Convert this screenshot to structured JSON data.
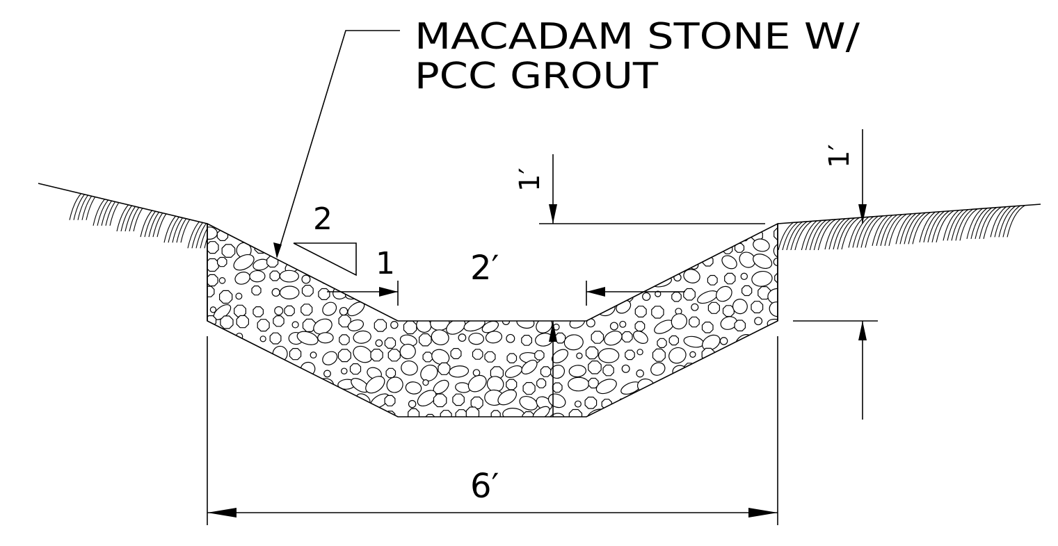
{
  "callout": {
    "line1": "MACADAM STONE W/",
    "line2": "PCC GROUT"
  },
  "dimensions": {
    "slope_run": "2",
    "slope_rise": "1",
    "bottom_width": "2′",
    "overall_width": "6′",
    "freeboard_left": "1′",
    "freeboard_right": "1′"
  },
  "colors": {
    "ink": "#000000",
    "paper": "#ffffff"
  }
}
